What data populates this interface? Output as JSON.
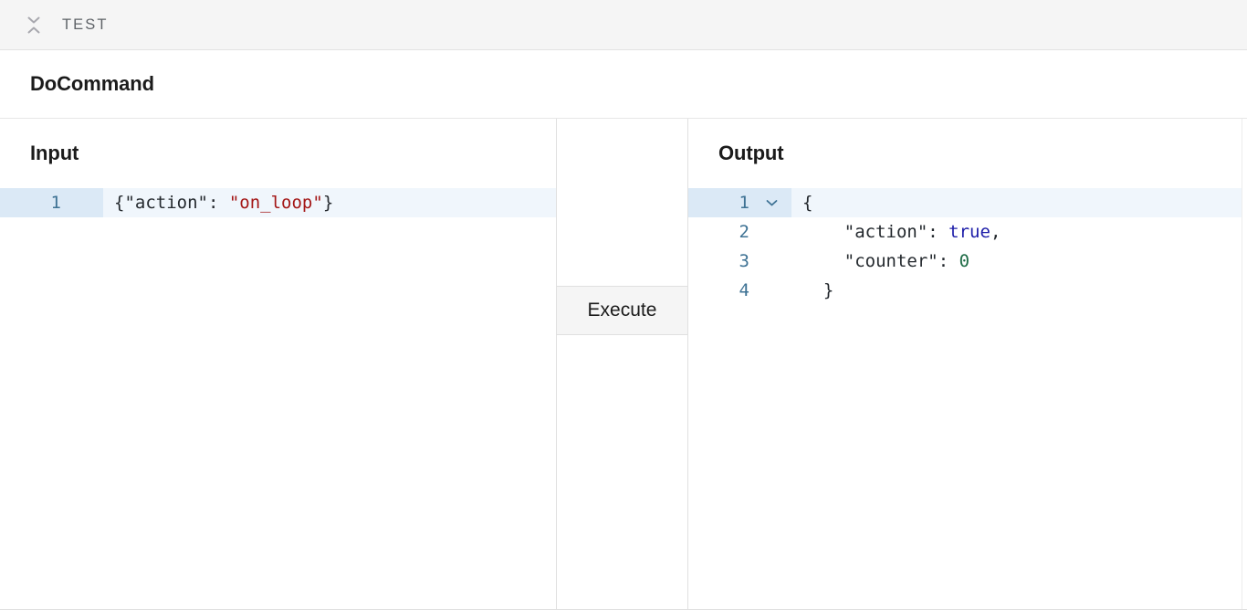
{
  "window": {
    "test_bar": {
      "collapse_icon": "collapse-icon",
      "label": "TEST"
    },
    "title": "DoCommand"
  },
  "panes": {
    "input": {
      "heading": "Input",
      "lines": [
        {
          "number": "1",
          "active": true,
          "fold": false,
          "tokens": [
            {
              "text": "{",
              "type": "punct"
            },
            {
              "text": "\"action\"",
              "type": "key"
            },
            {
              "text": ": ",
              "type": "punct"
            },
            {
              "text": "\"on_loop\"",
              "type": "string"
            },
            {
              "text": "}",
              "type": "punct"
            }
          ]
        }
      ]
    },
    "middle": {
      "execute_label": "Execute"
    },
    "output": {
      "heading": "Output",
      "lines": [
        {
          "number": "1",
          "active": true,
          "fold": true,
          "tokens": [
            {
              "text": "{",
              "type": "punct"
            }
          ]
        },
        {
          "number": "2",
          "active": false,
          "fold": false,
          "tokens": [
            {
              "text": "    ",
              "type": "punct"
            },
            {
              "text": "\"action\"",
              "type": "key"
            },
            {
              "text": ": ",
              "type": "punct"
            },
            {
              "text": "true",
              "type": "bool"
            },
            {
              "text": ",",
              "type": "punct"
            }
          ]
        },
        {
          "number": "3",
          "active": false,
          "fold": false,
          "tokens": [
            {
              "text": "    ",
              "type": "punct"
            },
            {
              "text": "\"counter\"",
              "type": "key"
            },
            {
              "text": ": ",
              "type": "punct"
            },
            {
              "text": "0",
              "type": "number"
            }
          ]
        },
        {
          "number": "4",
          "active": false,
          "fold": false,
          "tokens": [
            {
              "text": "  }",
              "type": "punct"
            }
          ]
        }
      ]
    }
  },
  "colors": {
    "test_bar_bg": "#f5f5f5",
    "string": "#a31515",
    "boolean": "#1c1ca8",
    "number": "#1d6b45",
    "line_number": "#3e7294",
    "active_line_bg": "#f0f6fc",
    "active_gutter_bg": "#dbe9f6",
    "border": "#e0e0e0"
  }
}
